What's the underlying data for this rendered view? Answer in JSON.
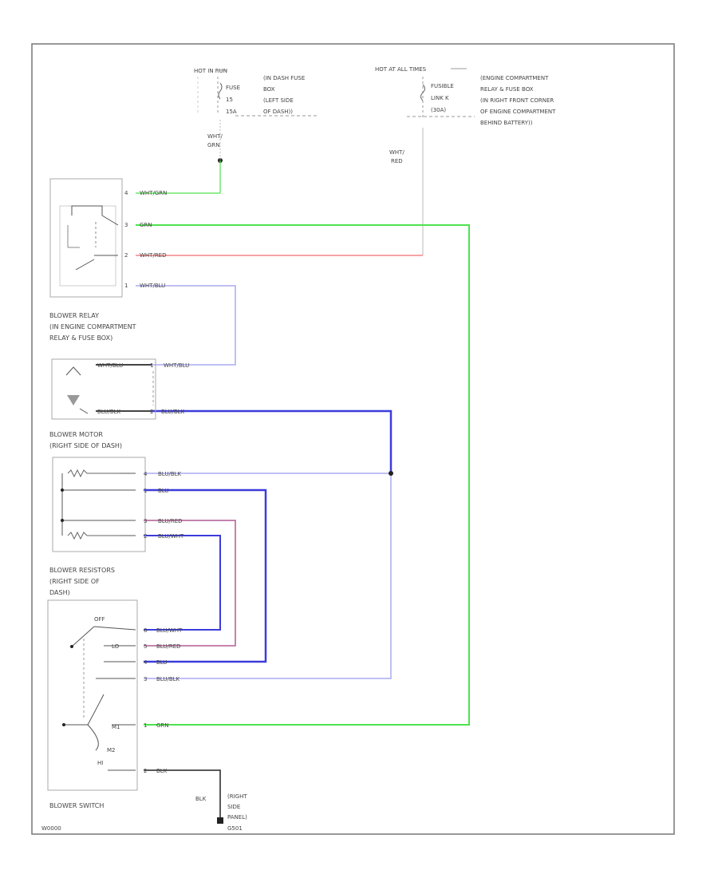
{
  "sources": {
    "hot_in_run": {
      "title": "HOT IN RUN",
      "fuse_lines": [
        "FUSE",
        "15",
        "15A"
      ],
      "location_lines": [
        "(IN DASH FUSE",
        "BOX",
        "(LEFT SIDE",
        "OF DASH))"
      ],
      "wire": [
        "WHT/",
        "GRN"
      ]
    },
    "hot_at_all_times": {
      "title": "HOT AT ALL TIMES",
      "fuse_lines": [
        "FUSIBLE",
        "LINK K",
        "(30A)"
      ],
      "location_lines": [
        "(ENGINE COMPARTMENT",
        "RELAY & FUSE BOX",
        "(IN RIGHT FRONT CORNER",
        "OF ENGINE COMPARTMENT",
        "BEHIND BATTERY))"
      ],
      "wire": [
        "WHT/",
        "RED"
      ]
    }
  },
  "blower_relay": {
    "pins": [
      {
        "num": "4",
        "wire": "WHT/GRN"
      },
      {
        "num": "3",
        "wire": "GRN"
      },
      {
        "num": "2",
        "wire": "WHT/RED"
      },
      {
        "num": "1",
        "wire": "WHT/BLU"
      }
    ],
    "caption": [
      "BLOWER RELAY",
      "(IN ENGINE COMPARTMENT",
      "RELAY & FUSE BOX)"
    ]
  },
  "blower_motor": {
    "pins": [
      {
        "num": "1",
        "motor_wire": "WHT/BLU",
        "wire": "WHT/BLU"
      },
      {
        "num": "2",
        "motor_wire": "BLU/BLK",
        "wire": "BLU/BLK"
      }
    ],
    "caption": [
      "BLOWER MOTOR",
      "(RIGHT SIDE OF DASH)"
    ]
  },
  "blower_resistors": {
    "pins": [
      {
        "num": "4",
        "wire": "BLU/BLK"
      },
      {
        "num": "1",
        "wire": "BLU"
      },
      {
        "num": "3",
        "wire": "BLU/RED"
      },
      {
        "num": "2",
        "wire": "BLU/WHT"
      }
    ],
    "caption": [
      "BLOWER RESISTORS",
      "(RIGHT SIDE OF",
      "DASH)"
    ]
  },
  "blower_switch": {
    "pins": [
      {
        "num": "6",
        "wire": "BLU/WHT"
      },
      {
        "num": "5",
        "wire": "BLU/RED"
      },
      {
        "num": "4",
        "wire": "BLU"
      },
      {
        "num": "3",
        "wire": "BLU/BLK"
      },
      {
        "num": "1",
        "wire": "GRN"
      },
      {
        "num": "2",
        "wire": "BLK"
      }
    ],
    "positions": [
      "OFF",
      "LO",
      "M1",
      "M2",
      "HI"
    ],
    "caption": [
      "BLOWER SWITCH"
    ]
  },
  "ground": {
    "wire": "BLK",
    "location_lines": [
      "(RIGHT",
      "SIDE",
      "PANEL)",
      "G501"
    ]
  },
  "figure_id": "W0000",
  "colors": {
    "green": "#4de34d",
    "red": "#f06d6d",
    "light_blue": "#aaaaf2",
    "dark_blue": "#3c3cdc",
    "purple": "#b05a90",
    "gray_wire": "#9a9a9a",
    "black": "#222222"
  }
}
